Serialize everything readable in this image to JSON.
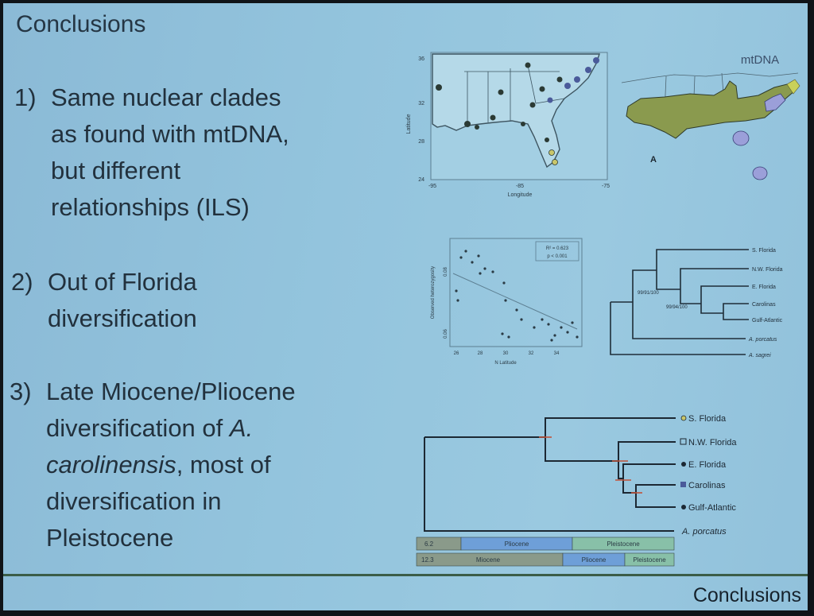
{
  "slide": {
    "title": "Conclusions",
    "footer_label": "Conclusions",
    "points": [
      {
        "num": "1)",
        "lines": [
          "Same nuclear clades",
          "as found with mtDNA,",
          "but different",
          "relationships (ILS)"
        ]
      },
      {
        "num": "2)",
        "lines": [
          "Out of Florida",
          "diversification"
        ]
      },
      {
        "num": "3)",
        "lines": [
          "Late Miocene/Pliocene",
          "diversification of",
          "A.",
          "carolinensis",
          ", most of",
          "diversification in",
          "Pleistocene"
        ]
      }
    ]
  },
  "figures": {
    "map": {
      "ylabel": "Latitude",
      "xlabel": "Longitude",
      "lat_ticks": [
        "36",
        "32",
        "28",
        "24"
      ],
      "lon_ticks": [
        "-95",
        "-85",
        "-75"
      ]
    },
    "mtdna": {
      "label": "mtDNA",
      "panel_label": "A"
    },
    "scatter": {
      "ylabel": "Observed heterozygosity",
      "xlabel": "N Latitude",
      "x_ticks": [
        "26",
        "28",
        "30",
        "32",
        "34"
      ],
      "y_ticks": [
        "0.08",
        "0.06"
      ],
      "stats_r2": "R² = 0.623",
      "stats_p": "p < 0.001"
    },
    "small_tree": {
      "tips": [
        "S. Florida",
        "N.W. Florida",
        "E. Florida",
        "Carolinas",
        "Gulf-Atlantic",
        "A. porcatus",
        "A. sagrei"
      ],
      "node_labels": [
        "99/91/100",
        "99/94/100"
      ]
    },
    "dated_tree": {
      "tips": [
        "S. Florida",
        "N.W. Florida",
        "E. Florida",
        "Carolinas",
        "Gulf-Atlantic",
        "A. porcatus"
      ],
      "epoch_row1": [
        "6.2",
        "Pliocene",
        "Pleistocene"
      ],
      "epoch_row2": [
        "12.3",
        "Miocene",
        "Pliocene",
        "Pleistocene"
      ]
    }
  },
  "colors": {
    "land": "#8a9a4e",
    "ocean": "#9ac6dd",
    "site_dark": "#2b3a34",
    "site_blue": "#4a5a9a",
    "epoch_pliocene": "#6e9fd8",
    "epoch_pleistocene": "#88c0a8",
    "epoch_miocene": "#8a9a8a"
  }
}
